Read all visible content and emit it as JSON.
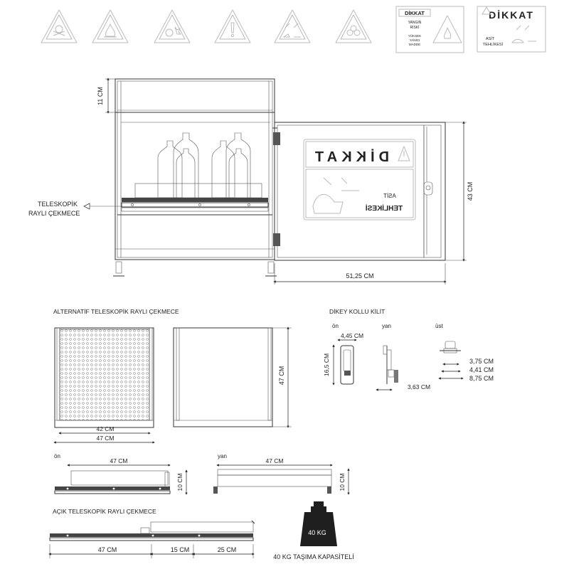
{
  "warning_icons": [
    "skull-crossbones-icon",
    "flame-icon",
    "explosion-icon",
    "exclamation-icon",
    "corrosive-icon",
    "biohazard-icon"
  ],
  "signs": {
    "fire": {
      "title": "DİKKAT",
      "lines": [
        "YANGIN",
        "RİSKİ",
        "YÜKSEK",
        "YANICI",
        "MADDE"
      ]
    },
    "acid": {
      "title": "DİKKAT",
      "line1": "ASİT",
      "line2": "TEHLİKESİ"
    }
  },
  "cabinet": {
    "dim_top": "11 CM",
    "dim_height": "43 CM",
    "dim_width": "51,25 CM",
    "drawer_label_1": "TELESKOPİK",
    "drawer_label_2": "RAYLI ÇEKMECE"
  },
  "alt_drawer": {
    "title": "ALTERNATİF TELESKOPİK RAYLI ÇEKMECE",
    "width_inner": "42 CM",
    "width_outer": "47 CM",
    "depth": "47 CM"
  },
  "lock": {
    "title": "DİKEY KOLLU KİLİT",
    "view_front": "ön",
    "view_side": "yan",
    "view_top": "üst",
    "dim_front_width": "4,45 CM",
    "dim_front_height": "16,5 CM",
    "dim_side": "3,63 CM",
    "dim_top_1": "3,75 CM",
    "dim_top_2": "4,41 CM",
    "dim_top_3": "8,75 CM"
  },
  "slides": {
    "front_label": "ön",
    "front_length": "47 CM",
    "front_height": "10 CM",
    "side_label": "yan",
    "side_length": "47 CM",
    "side_height": "10 CM"
  },
  "open_drawer": {
    "title": "AÇIK TELESKOPİK RAYLI ÇEKMECE",
    "seg_1": "47 CM",
    "seg_2": "15 CM",
    "seg_3": "25 CM"
  },
  "weight": {
    "label": "40 KG",
    "caption": "40 KG TAŞIMA KAPASİTELİ"
  }
}
